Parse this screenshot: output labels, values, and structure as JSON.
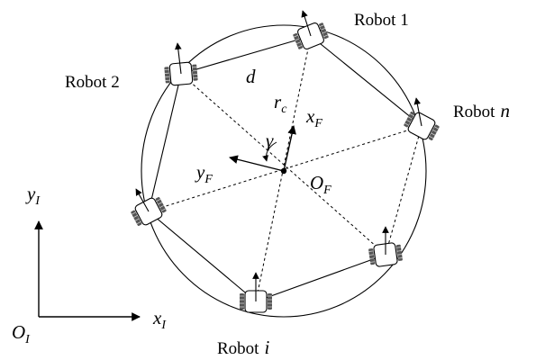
{
  "robot_labels": {
    "robot_1": "Robot 1",
    "robot_2": "Robot 2",
    "robot_n_prefix": "Robot",
    "robot_n_index": "n",
    "robot_i_prefix": "Robot",
    "robot_i_index": "i"
  },
  "symbols": {
    "d": "d",
    "r_c_main": "r",
    "r_c_sub": "c",
    "gamma": "γ",
    "x_F_main": "x",
    "x_F_sub": "F",
    "y_F_main": "y",
    "y_F_sub": "F",
    "O_F_main": "O",
    "O_F_sub": "F",
    "x_I_main": "x",
    "x_I_sub": "I",
    "y_I_main": "y",
    "y_I_sub": "I",
    "O_I_main": "O",
    "O_I_sub": "I"
  }
}
